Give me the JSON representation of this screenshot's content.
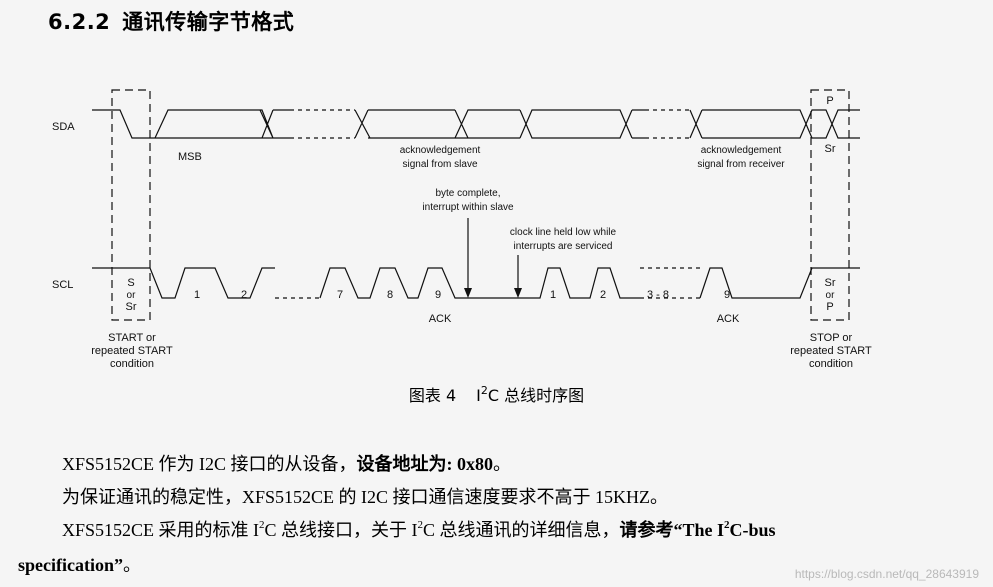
{
  "heading": {
    "number": "6.2.2",
    "title": "通讯传输字节格式"
  },
  "diagram": {
    "sda_label": "SDA",
    "scl_label": "SCL",
    "msb_label": "MSB",
    "ack_slave_line1": "acknowledgement",
    "ack_slave_line2": "signal from slave",
    "ack_receiver_line1": "acknowledgement",
    "ack_receiver_line2": "signal from receiver",
    "byte_complete_line1": "byte complete,",
    "byte_complete_line2": "interrupt within slave",
    "clock_held_line1": "clock line held low while",
    "clock_held_line2": "interrupts are serviced",
    "start_box": [
      "S",
      "or",
      "Sr"
    ],
    "stop_box_scl": [
      "Sr",
      "or",
      "P"
    ],
    "stop_box_sda_top": "P",
    "stop_box_sda_bottom": "Sr",
    "clock_labels_first": [
      "1",
      "2",
      "7",
      "8",
      "9"
    ],
    "clock_labels_second": [
      "1",
      "2",
      "3 - 8",
      "9"
    ],
    "ack_first": "ACK",
    "ack_second": "ACK",
    "start_condition": [
      "START or",
      "repeated START",
      "condition"
    ],
    "stop_condition": [
      "STOP or",
      "repeated START",
      "condition"
    ]
  },
  "caption": {
    "prefix": "图表 4",
    "i": "I",
    "sup": "2",
    "suffix": "C 总线时序图"
  },
  "paragraphs": {
    "p1_normal": "XFS5152CE 作为 I2C 接口的从设备，",
    "p1_bold": "设备地址为: 0x80",
    "p1_end": "。",
    "p2": "为保证通讯的稳定性，XFS5152CE 的 I2C 接口通信速度要求不高于 15KHZ。",
    "p3_a": "XFS5152CE 采用的标准 I",
    "p3_sup1": "2",
    "p3_b": "C 总线接口，关于 I",
    "p3_sup2": "2",
    "p3_c": "C 总线通讯的详细信息，",
    "p3_bold_a": "请参考“The I",
    "p3_bold_sup": "2",
    "p3_bold_b": "C-bus",
    "p4_bold": "specification”",
    "p4_end": "。"
  },
  "watermark": "https://blog.csdn.net/qq_28643919"
}
